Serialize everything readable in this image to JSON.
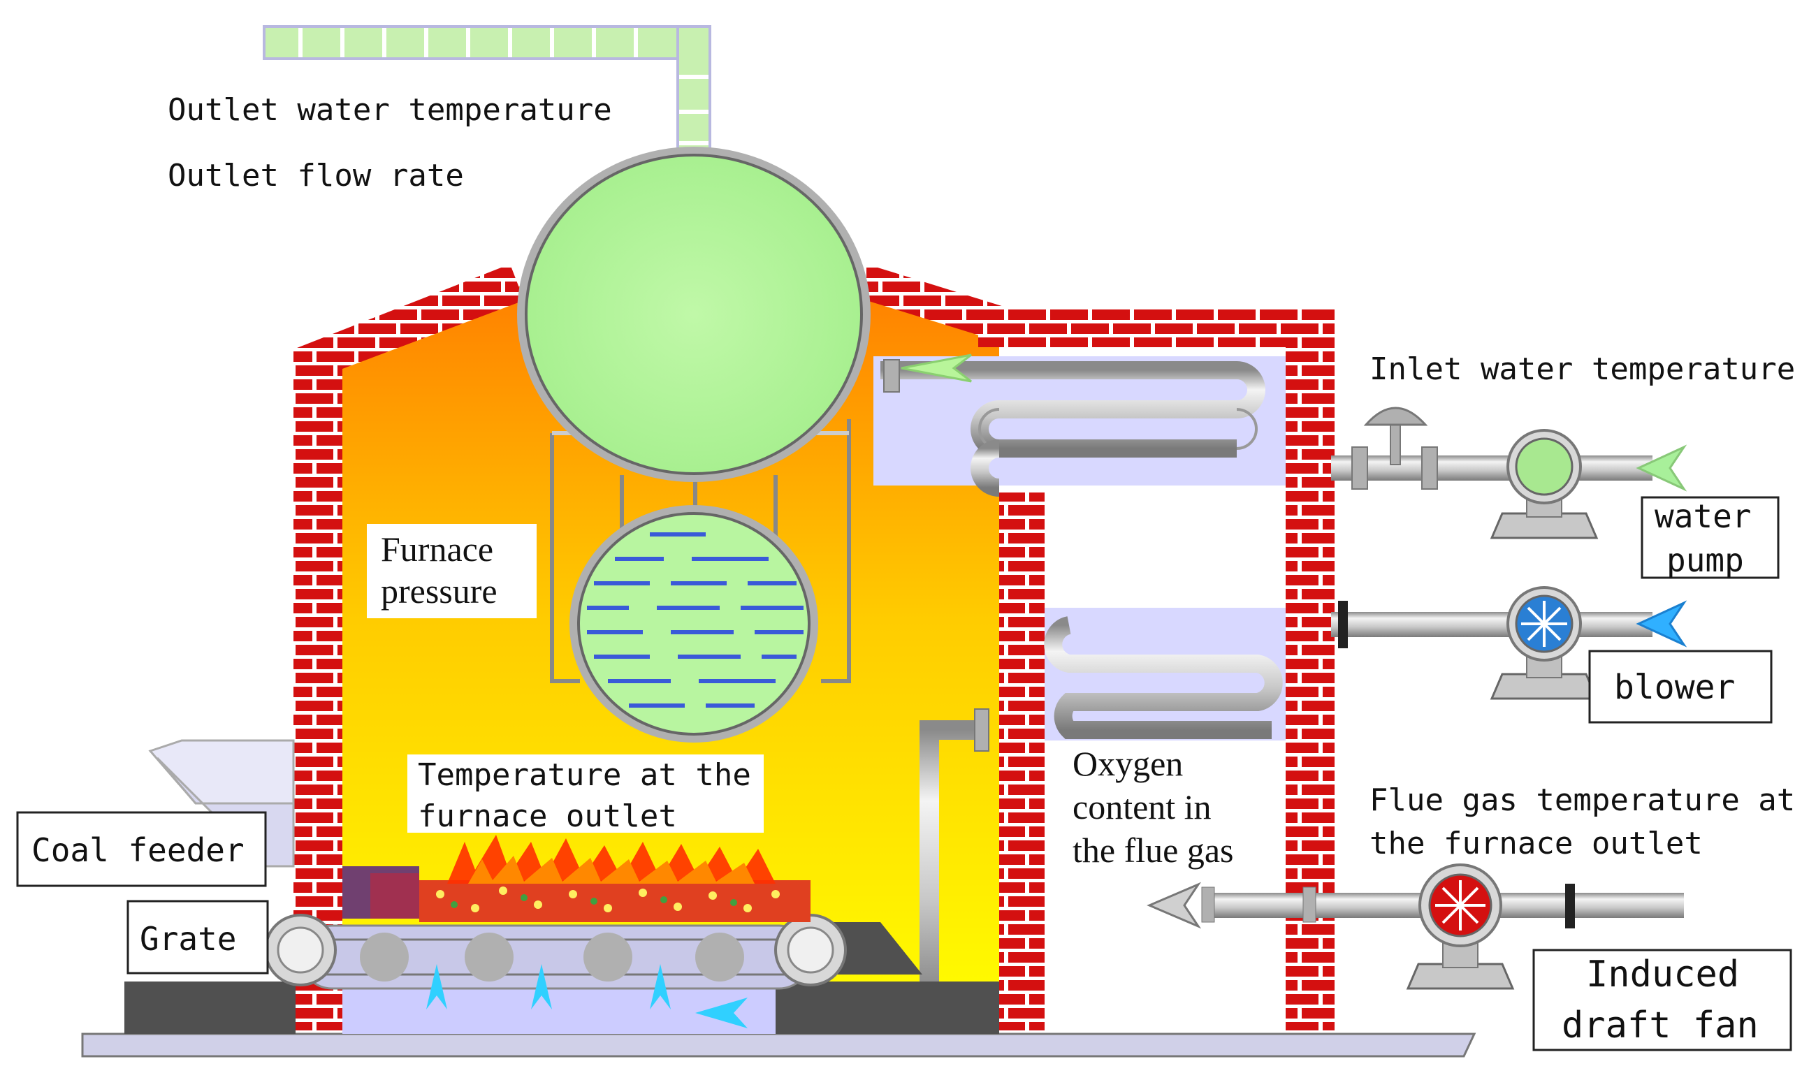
{
  "labels": {
    "outlet_water_temperature": "Outlet water temperature",
    "outlet_flow_rate": "Outlet flow rate",
    "inlet_water_temperature": "Inlet water temperature",
    "furnace_pressure_line1": "Furnace",
    "furnace_pressure_line2": "pressure",
    "water_pump_line1": "water",
    "water_pump_line2": "pump",
    "blower": "blower",
    "temp_furnace_outlet_line1": "Temperature at the",
    "temp_furnace_outlet_line2": "furnace outlet",
    "oxygen_line1": "Oxygen",
    "oxygen_line2": "content in",
    "oxygen_line3": "the flue gas",
    "flue_gas_line1": "Flue gas temperature at",
    "flue_gas_line2": "the furnace outlet",
    "coal_feeder": "Coal feeder",
    "grate": "Grate",
    "induced_line1": "Induced",
    "induced_line2": "draft fan"
  },
  "colors": {
    "brick": "#d41010",
    "mortar": "#ffffff",
    "drum": "#b8f59a",
    "pipe": "#c8c8c8",
    "pipe_edge": "#8a8a8a",
    "flame_top": "#ff8c00",
    "flame_bottom": "#ffff00",
    "water_pump_impeller": "#a8e890",
    "blower_impeller": "#2a7fd4",
    "fan_impeller": "#d41010",
    "base": "#d0d0e8",
    "grate_bed": "#ccccff",
    "air_arrow": "#30d0ff"
  },
  "icons": [
    "water-pump-icon",
    "blower-icon",
    "induced-draft-fan-icon",
    "valve-icon",
    "grate-roller-icon",
    "flame-icon",
    "air-flow-arrow-icon",
    "water-flow-arrow-icon"
  ]
}
